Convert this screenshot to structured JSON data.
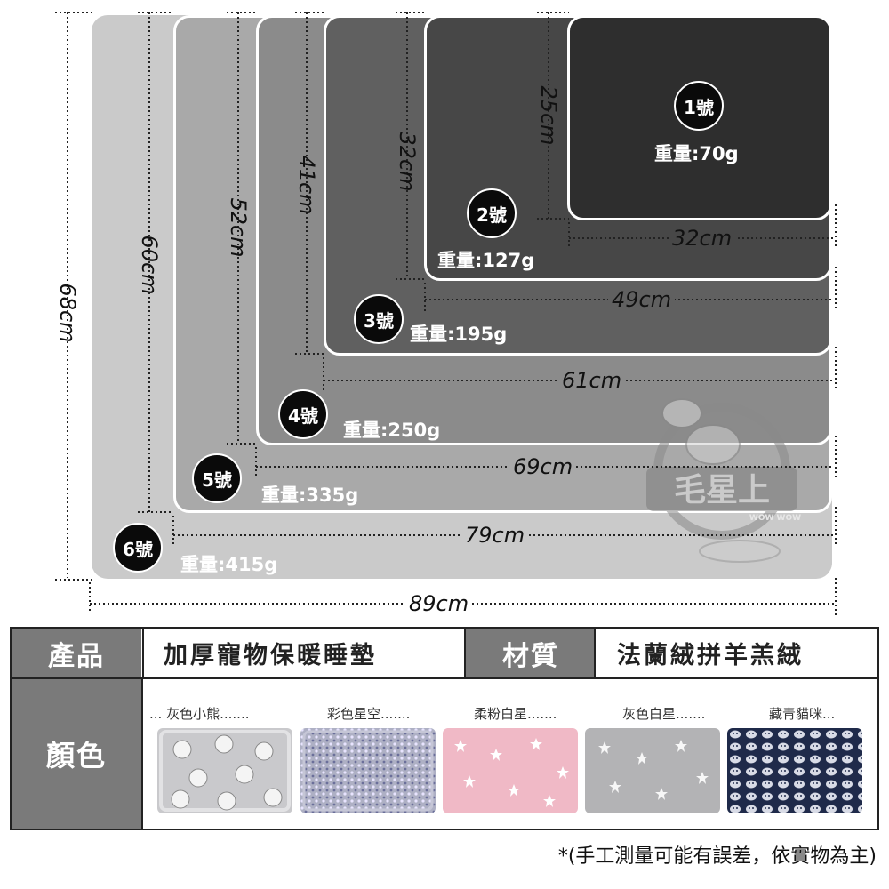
{
  "sizes": [
    {
      "num": "1號",
      "weight": "重量:70g"
    },
    {
      "num": "2號",
      "weight": "重量:127g"
    },
    {
      "num": "3號",
      "weight": "重量:195g"
    },
    {
      "num": "4號",
      "weight": "重量:250g"
    },
    {
      "num": "5號",
      "weight": "重量:335g"
    },
    {
      "num": "6號",
      "weight": "重量:415g"
    }
  ],
  "dimensions": {
    "widths": [
      "32cm",
      "49cm",
      "61cm",
      "69cm",
      "79cm",
      "89cm"
    ],
    "heights": [
      "25cm",
      "32cm",
      "41cm",
      "52cm",
      "60cm",
      "68cm"
    ]
  },
  "watermark": {
    "text": "毛星上",
    "sub": "WOW WOW"
  },
  "table": {
    "product_label": "產品",
    "product_value": "加厚寵物保暖睡墊",
    "material_label": "材質",
    "material_value": "法蘭絨拼羊羔絨",
    "color_label": "顏色",
    "colors": [
      {
        "name": "灰色小熊",
        "prefix": "...",
        "suffix": "......."
      },
      {
        "name": "彩色星空",
        "prefix": "",
        "suffix": "......."
      },
      {
        "name": "柔粉白星",
        "prefix": "",
        "suffix": "......."
      },
      {
        "name": "灰色白星",
        "prefix": "",
        "suffix": "......."
      },
      {
        "name": "藏青貓咪",
        "prefix": "",
        "suffix": "..."
      }
    ]
  },
  "note": "*(手工測量可能有誤差，依實物為主)"
}
